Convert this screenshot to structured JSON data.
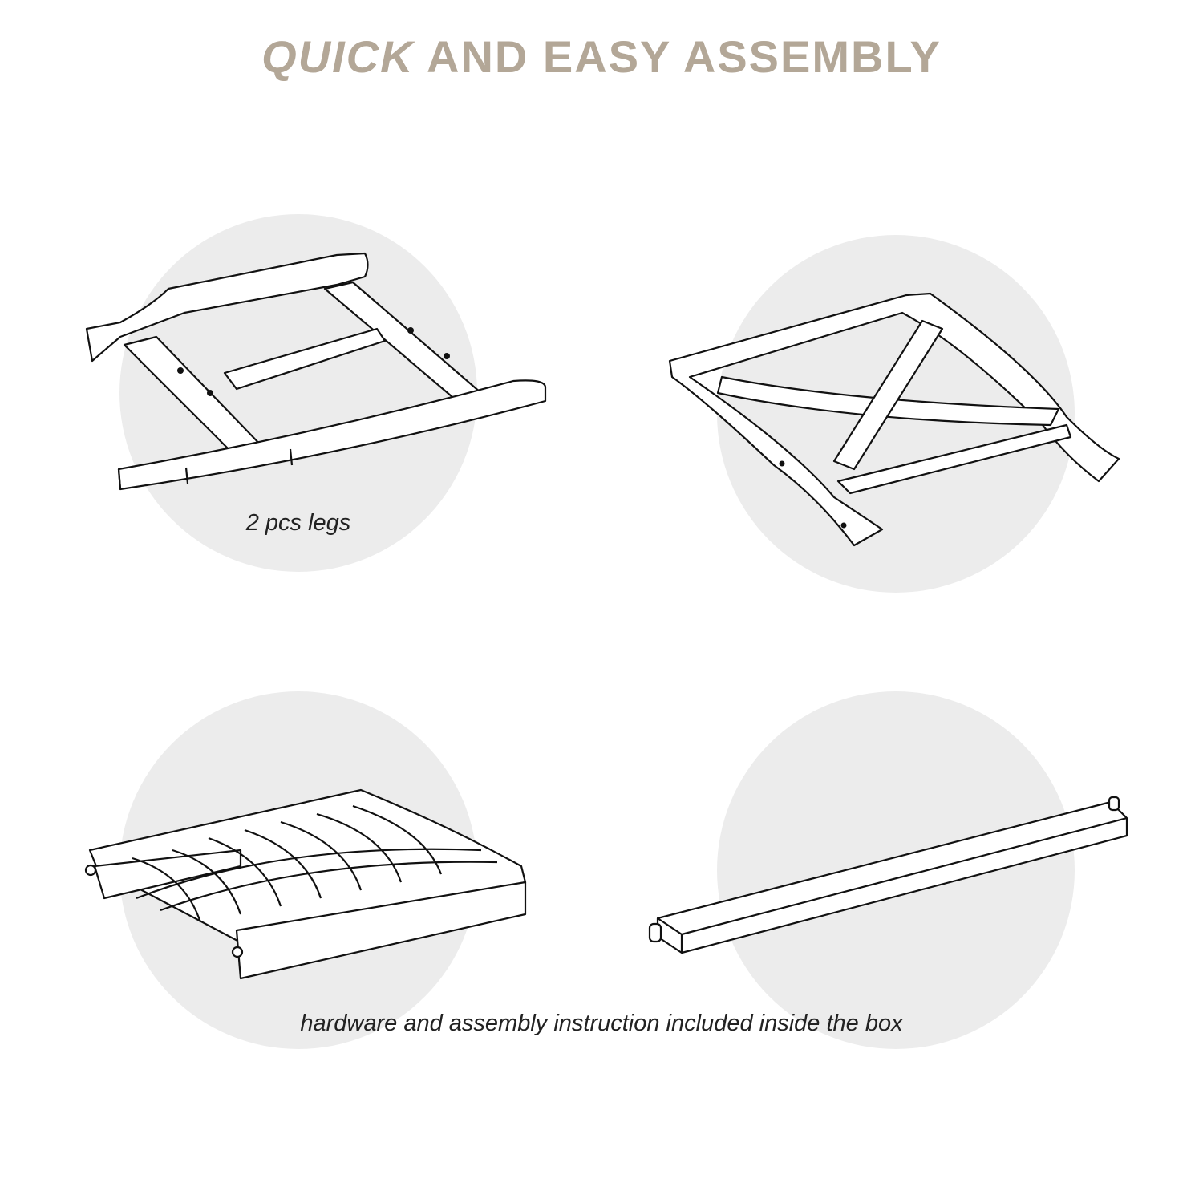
{
  "header": {
    "title_italic": "QUICK",
    "title_rest": " AND EASY ASSEMBLY",
    "title_color": "#b3a797"
  },
  "parts": [
    {
      "name": "legs",
      "label": "2 pcs legs"
    },
    {
      "name": "seat-frame"
    },
    {
      "name": "seat-slats"
    },
    {
      "name": "crossbar"
    }
  ],
  "footer": {
    "note": "hardware and assembly instruction included inside the box"
  }
}
